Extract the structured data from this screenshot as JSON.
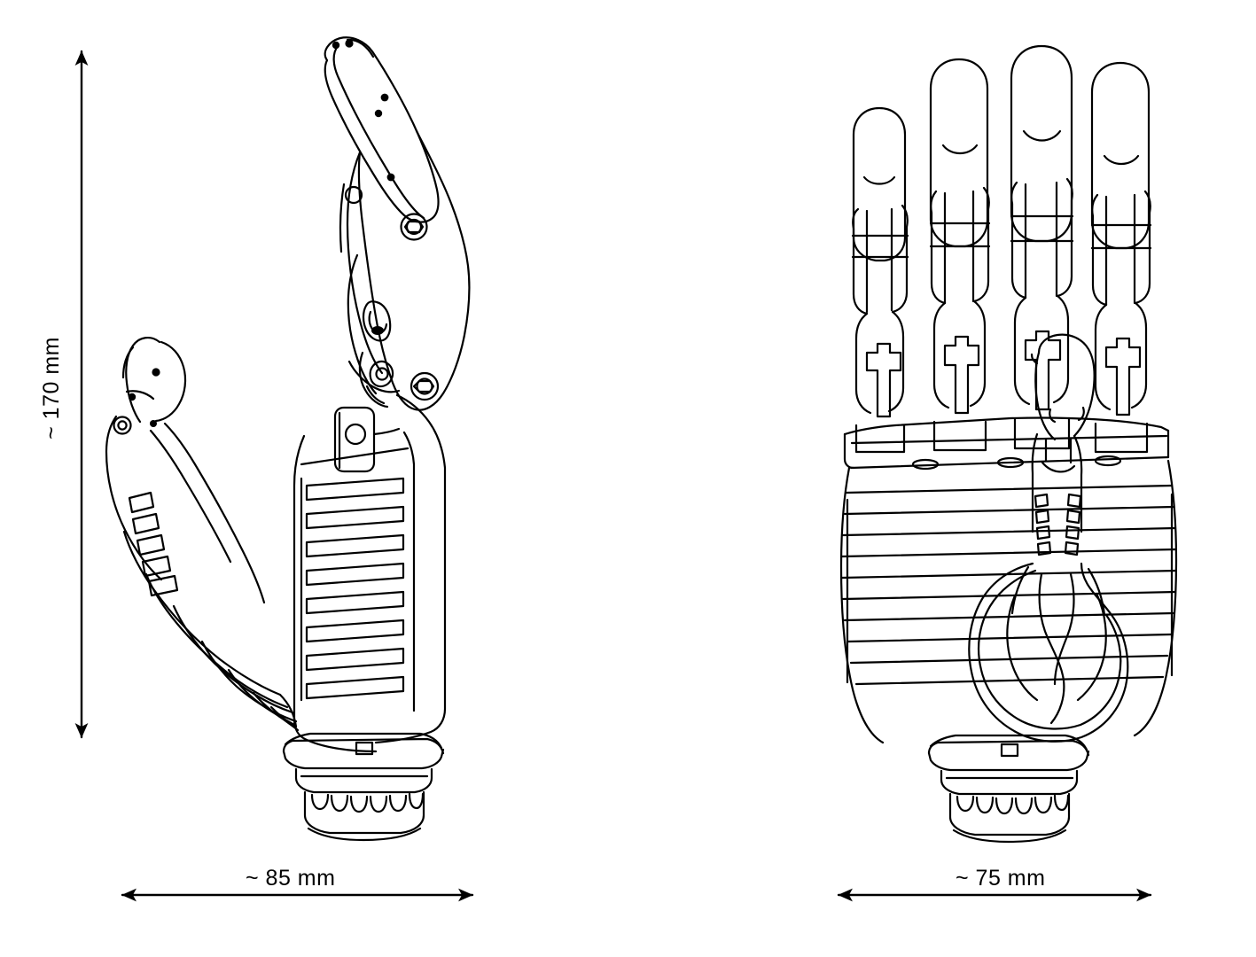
{
  "drawing": {
    "title": "Prosthetic hand technical outline drawing",
    "view_left": "side view of robotic prosthetic hand with extended index finger and thumb",
    "view_right": "front/palm view of robotic prosthetic hand with four extended fingers and thumb",
    "line_color": "#000000",
    "background_color": "#ffffff"
  },
  "dimensions": {
    "height": {
      "label": "~ 170 mm",
      "value": 170,
      "unit": "mm",
      "approximate": true,
      "orientation": "vertical",
      "applies_to": "left-side-view"
    },
    "width_side": {
      "label": "~ 85 mm",
      "value": 85,
      "unit": "mm",
      "approximate": true,
      "orientation": "horizontal",
      "applies_to": "left-side-view"
    },
    "width_front": {
      "label": "~ 75 mm",
      "value": 75,
      "unit": "mm",
      "approximate": true,
      "orientation": "horizontal",
      "applies_to": "right-front-view"
    }
  },
  "icons": {
    "arrow_up": "arrow-up-icon",
    "arrow_down": "arrow-down-icon",
    "arrow_left": "arrow-left-icon",
    "arrow_right": "arrow-right-icon"
  }
}
